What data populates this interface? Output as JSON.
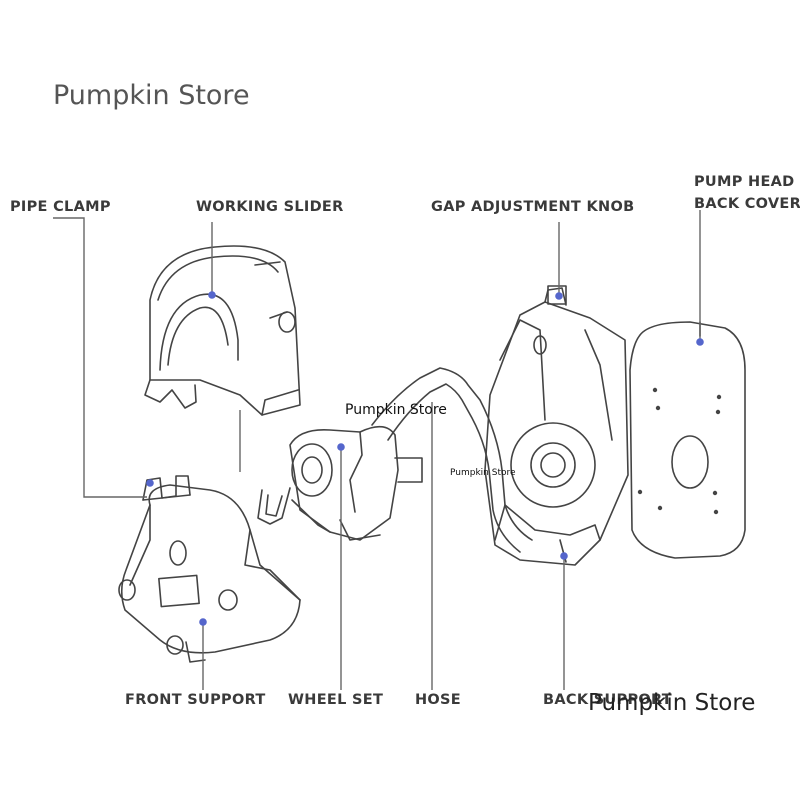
{
  "watermarks": {
    "top": "Pumpkin Store",
    "middle": "Pumpkin Store",
    "small": "Pumpkin Store",
    "bottom": "Pumpkin Store"
  },
  "labels": {
    "pipe_clamp": "PIPE CLAMP",
    "working_slider": "WORKING SLIDER",
    "gap_adjustment_knob": "GAP ADJUSTMENT KNOB",
    "pump_head_back_cover_line1": "PUMP HEAD",
    "pump_head_back_cover_line2": "BACK COVER",
    "front_support": "FRONT SUPPORT",
    "wheel_set": "WHEEL SET",
    "hose": "HOSE",
    "back_support": "BACK SUPPORT"
  },
  "colors": {
    "line": "#555555",
    "leader": "#666666",
    "dot": "#5566cc"
  }
}
